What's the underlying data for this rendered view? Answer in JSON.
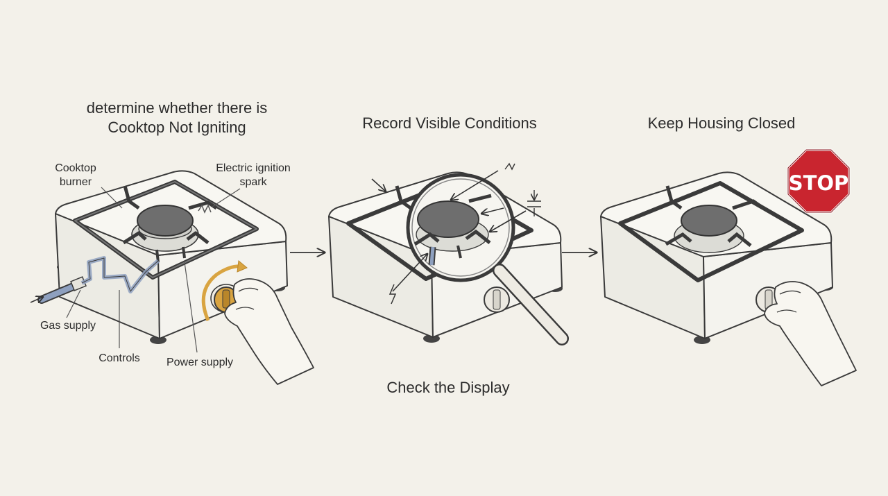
{
  "panel1": {
    "title_line1": "determine whether there is",
    "title_line2": "Cooktop Not Igniting",
    "labels": {
      "burner_line1": "Cooktop",
      "burner_line2": "burner",
      "ignition_line1": "Electric ignition",
      "ignition_line2": "spark",
      "gas_supply": "Gas supply",
      "controls": "Controls",
      "power_supply": "Power supply"
    }
  },
  "panel2": {
    "title": "Record Visible Conditions",
    "caption": "Check the Display"
  },
  "panel3": {
    "title": "Keep Housing Closed",
    "stop_sign": "STOP"
  },
  "colors": {
    "background": "#f3f1ea",
    "line": "#3a3a3a",
    "stove_body": "#f7f6f1",
    "burner": "#6e6e6e",
    "gas_pipe": "#8ea0bf",
    "knob_accent": "#d9a441",
    "stop_red": "#c9252f"
  },
  "icons": [
    "magnifying-glass-icon",
    "hand-icon",
    "stop-sign-icon",
    "arrow-icon",
    "lightning-icon"
  ]
}
